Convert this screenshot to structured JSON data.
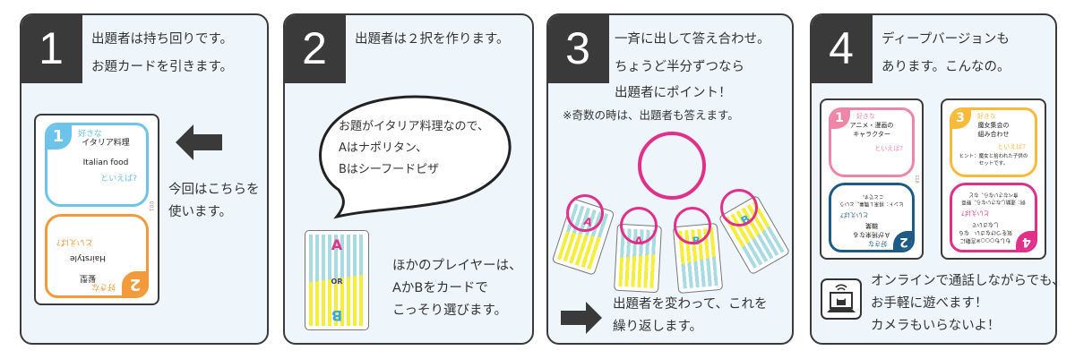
{
  "steps": [
    {
      "number": "1",
      "title": [
        "出題者は持ち回りです。",
        "お題カードを引きます。"
      ],
      "card": {
        "top": {
          "num": "1",
          "kw": "好きな",
          "theme": "イタリア料理",
          "en": "Italian food",
          "toieba": "といえば?"
        },
        "bottom": {
          "num": "2",
          "kw": "好きな",
          "theme": "髪型",
          "en": "Hairstyle",
          "toieba": "といえば?"
        },
        "id": "001"
      },
      "note": [
        "今回はこちらを",
        "使います。"
      ]
    },
    {
      "number": "2",
      "title": [
        "出題者は２択を作ります。"
      ],
      "bubble": [
        "お題がイタリア料理なので、",
        "Aはナポリタン、",
        "Bはシーフードピザ"
      ],
      "abcard": {
        "a": "A",
        "b": "B",
        "or": "OR"
      },
      "note": [
        "ほかのプレイヤーは、",
        "AかBをカードで",
        "こっそり選びます。"
      ]
    },
    {
      "number": "3",
      "title": [
        "一斉に出して答え合わせ。",
        "ちょうど半分ずつなら",
        "出題者にポイント！"
      ],
      "remark": "※奇数の時は、出題者も答えます。",
      "cards": [
        "A",
        "A",
        "B",
        "B"
      ],
      "note": [
        "出題者を変わって、これを",
        "繰り返します。"
      ]
    },
    {
      "number": "4",
      "title": [
        "ディープバージョンも",
        "あります。こんなの。"
      ],
      "card1": {
        "id": "118",
        "top": {
          "num": "1",
          "kw": "好きな",
          "theme": [
            "アニメ・漫画の",
            "キャラクター"
          ],
          "toieba": "といえば?"
        },
        "bottom": {
          "num": "2",
          "kw": "好きな",
          "theme": [
            "Ａが将来なる",
            "職業"
          ],
          "toieba": "といえば?",
          "hint": [
            "ヒント：将来Ｌ職業、という",
            "ことです。"
          ]
        }
      },
      "card2": {
        "top": {
          "num": "3",
          "kw": "好きな",
          "theme": [
            "魔女集会の",
            "組み合わせ"
          ],
          "toieba": "といえば?",
          "hint": [
            "ヒント：魔女と拾われた子供の",
            "セットです。"
          ]
        },
        "bottom": {
          "num": "4",
          "theme": [
            "もしも○○○※言動に",
            "気をつけなさい　なら",
            "しなさいで"
          ],
          "toieba": "といえば?",
          "hint": [
            "例：運動しなさいなら、野菜",
            "食べなさいなら、など"
          ]
        }
      },
      "note": [
        "オンラインで通話しながらでも、",
        "お手軽に遊べます！",
        "カメラもいらないよ！"
      ]
    }
  ],
  "colors": {
    "blue": "#6cc4ea",
    "orange": "#f39a3b",
    "pink": "#ee86a7",
    "navy": "#1d5b86",
    "yellow": "#f6bb3a",
    "magenta": "#e0308a"
  }
}
